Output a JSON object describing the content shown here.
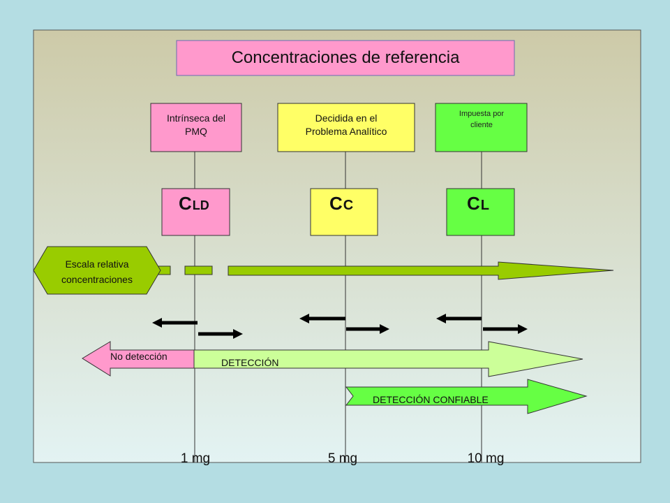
{
  "title": "Concentraciones de referencia",
  "sources": [
    {
      "line1": "Intrínseca del",
      "line2": "PMQ",
      "color": "#ff99cc"
    },
    {
      "line1": "Decidida en el",
      "line2": "Problema Analítico",
      "color": "#ffff66"
    },
    {
      "line1": "Impuesta por",
      "line2": "cliente",
      "color": "#66ff44"
    }
  ],
  "symbols": [
    {
      "main": "C",
      "sub": "LD",
      "color": "#ff99cc"
    },
    {
      "main": "C",
      "sub": "C",
      "color": "#ffff66"
    },
    {
      "main": "C",
      "sub": "L",
      "color": "#66ff44"
    }
  ],
  "scale_label": {
    "line1": "Escala relativa",
    "line2": "concentraciones"
  },
  "no_detection_label": "No detección",
  "detection_label": "DETECCIÓN",
  "reliable_detection_label": "DETECCIÓN CONFIABLE",
  "axis_labels": [
    "1 mg",
    "5 mg",
    "10 mg"
  ],
  "colors": {
    "background": "#b4dde3",
    "panel_top": "#cdcaa8",
    "panel_bottom": "#e3f3f3",
    "pink": "#ff99cc",
    "yellow": "#ffff66",
    "green": "#66ff44",
    "olive": "#99cc00",
    "light_green": "#ccff99"
  }
}
